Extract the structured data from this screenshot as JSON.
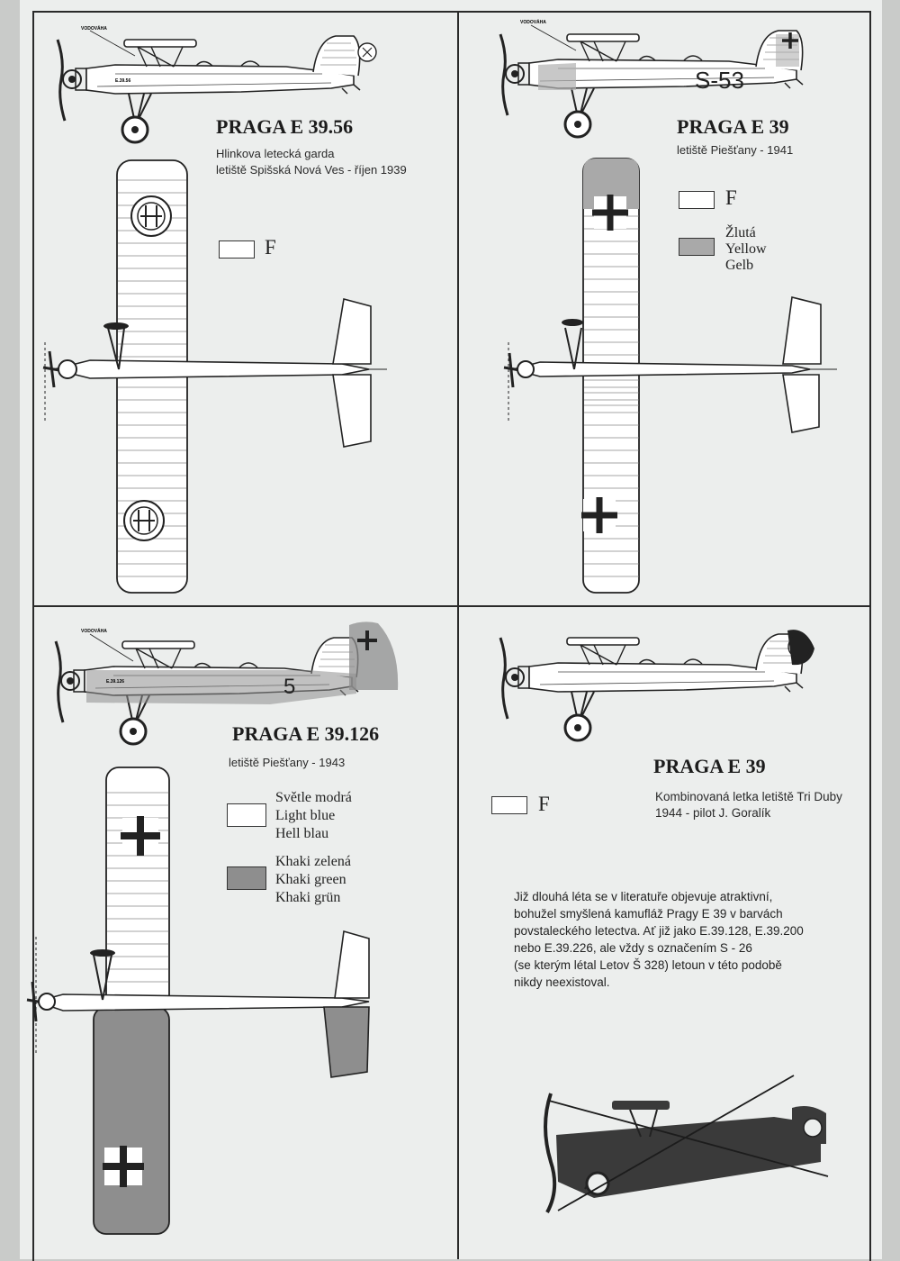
{
  "panel1": {
    "title": "PRAGA E 39.56",
    "caption_line1": "Hlinkova letecká garda",
    "caption_line2": "letiště Spišská Nová Ves - říjen 1939",
    "spirit_level_label": "VODOVÁHA",
    "fuselage_code": "E.39.56",
    "swatch_label": "F"
  },
  "panel2": {
    "title": "PRAGA E 39",
    "caption": "letiště Piešťany - 1941",
    "spirit_level_label": "VODOVÁHA",
    "fuselage_code": "S-53",
    "swatch1_label": "F",
    "swatch2_line1": "Žlutá",
    "swatch2_line2": "Yellow",
    "swatch2_line3": "Gelb"
  },
  "panel3": {
    "title": "PRAGA E 39.126",
    "caption": "letiště Piešťany - 1943",
    "spirit_level_label": "VODOVÁHA",
    "fuselage_code": "E.39.126",
    "fuselage_number": "5",
    "swatch1_line1": "Světle modrá",
    "swatch1_line2": "Light blue",
    "swatch1_line3": "Hell blau",
    "swatch2_line1": "Khaki zelená",
    "swatch2_line2": "Khaki green",
    "swatch2_line3": "Khaki grün"
  },
  "panel4": {
    "title": "PRAGA E 39",
    "caption_line1": "Kombinovaná letka letiště Tri Duby",
    "caption_line2": "1944 - pilot J. Goralík",
    "swatch_label": "F",
    "note_lines": [
      "Již dlouhá léta se v literatuře objevuje atraktivní,",
      "bohužel smyšlená kamufláž Pragy E 39 v barvách",
      "povstaleckého letectva. Ať již jako E.39.128, E.39.200",
      "nebo E.39.226, ale vždy s označením S - 26",
      "(se kterým létal Letov Š 328) letoun v této podobě",
      "nikdy neexistoval."
    ]
  },
  "colors": {
    "paper": "#eceeed",
    "line": "#2a2a2a",
    "yellow_grey": "#a9a9a9",
    "khaki_grey": "#8e8e8e",
    "dark_photo": "#3a3a3a"
  }
}
